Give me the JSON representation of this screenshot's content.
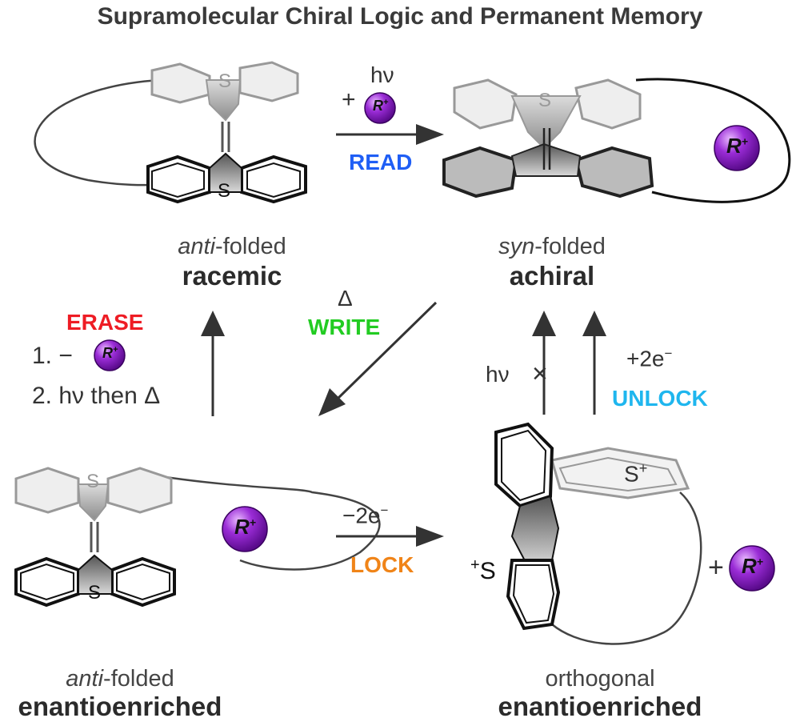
{
  "title": "Supramolecular Chiral Logic and Permanent Memory",
  "ion_label": "R",
  "ion_charge": "+",
  "states": {
    "top_left": {
      "prefix": "anti",
      "suffix": "-folded",
      "descriptor": "racemic"
    },
    "top_right": {
      "prefix": "syn",
      "suffix": "-folded",
      "descriptor": "achiral"
    },
    "bottom_left": {
      "prefix": "anti",
      "suffix": "-folded",
      "descriptor": "enantioenriched"
    },
    "bottom_right": {
      "prefix": "",
      "suffix": "orthogonal",
      "descriptor": "enantioenriched"
    }
  },
  "steps": {
    "read": {
      "plus": "+",
      "reagent": "hν",
      "label": "READ",
      "color": "#1f5ef5"
    },
    "write": {
      "reagent": "Δ",
      "label": "WRITE",
      "color": "#22cc22"
    },
    "lock": {
      "reagent": "−2e",
      "reagent_sup": "−",
      "label": "LOCK",
      "color": "#f08418"
    },
    "unlock": {
      "reagent": "+2e",
      "reagent_sup": "−",
      "label": "UNLOCK",
      "color": "#1fb6ee"
    },
    "blocked": {
      "reagent": "hν",
      "mark": "×"
    },
    "erase": {
      "label": "ERASE",
      "color": "#ee1c24",
      "step1": "1. −",
      "step2": "2. hν then Δ"
    }
  },
  "sulfur_labels": {
    "neutral": "S",
    "cation": "S",
    "cation_sup": "+"
  },
  "plus_product": "+"
}
